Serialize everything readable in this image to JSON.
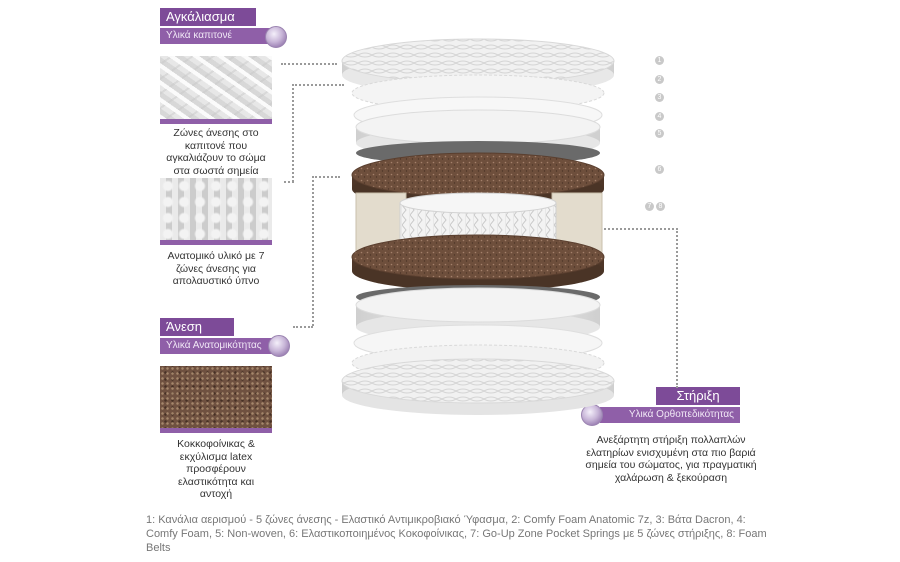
{
  "sections": {
    "comfort_top": {
      "title": "Αγκάλιασμα",
      "subtitle": "Υλικά καπιτονέ",
      "items": [
        {
          "text": "Ζώνες άνεσης στο καπιτονέ που αγκαλιάζουν το σώμα στα σωστά σημεία"
        },
        {
          "text": "Ανατομικό υλικό με 7 ζώνες άνεσης για απολαυστικό ύπνο"
        }
      ]
    },
    "comfort_mid": {
      "title": "Άνεση",
      "subtitle": "Υλικά Ανατομικότητας",
      "items": [
        {
          "text": "Κοκκοφοίνικας & εκχύλισμα latex προσφέρουν ελαστικότητα και αντοχή"
        }
      ]
    },
    "support": {
      "title": "Στήριξη",
      "subtitle": "Υλικά Ορθοπεδικότητας",
      "text": "Ανεξάρτητη στήριξη πολλαπλών ελατηρίων ενισχυμένη στα πιο βαριά σημεία του σώματος, για πραγματική χαλάρωση & ξεκούραση"
    }
  },
  "layer_numbers": [
    "1",
    "2",
    "3",
    "4",
    "5",
    "6",
    "7",
    "8"
  ],
  "legend": "1: Κανάλια αερισμού - 5 ζώνες άνεσης - Ελαστικό Αντιμικροβιακό Ύφασμα, 2: Comfy Foam Anatomic 7z, 3: Βάτα Dacron, 4: Comfy Foam, 5: Non-woven, 6: Ελαστικοποιημένος Κοκοφοίνικας, 7: Go-Up Zone Pocket Springs με 5 ζώνες στήριξης, 8: Foam Belts"
}
